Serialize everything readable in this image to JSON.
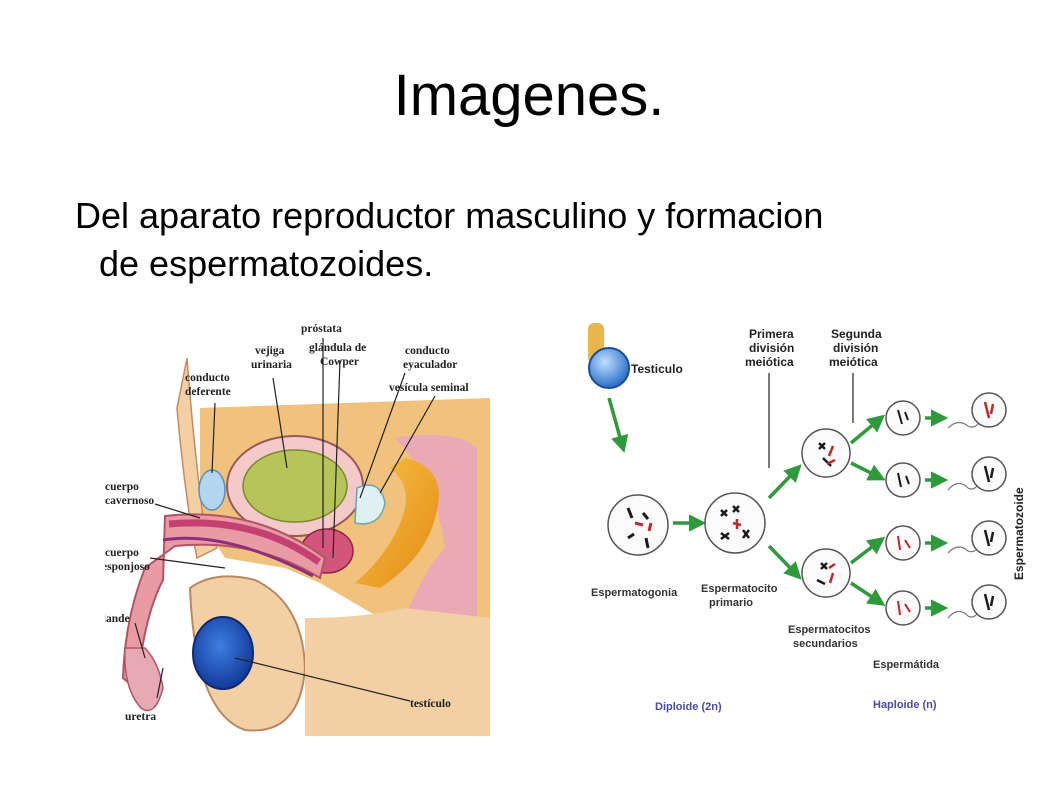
{
  "slide": {
    "title": "Imagenes.",
    "subtitle_line1": "Del aparato reproductor masculino y formacion",
    "subtitle_line2": "de espermatozoides."
  },
  "anatomy": {
    "labels": {
      "prostata": "próstata",
      "glandula_line1": "glándula de",
      "glandula_line2": "Cowper",
      "vejiga_line1": "vejiga",
      "vejiga_line2": "urinaria",
      "conducto_eyac_line1": "conducto",
      "conducto_eyac_line2": "eyaculador",
      "conducto_def_line1": "conducto",
      "conducto_def_line2": "deferente",
      "vesicula": "vesícula seminal",
      "cavernoso_line1": "cuerpo",
      "cavernoso_line2": "cavernoso",
      "esponjoso_line1": "cuerpo",
      "esponjoso_line2": "esponjoso",
      "glande": "glande",
      "uretra": "uretra",
      "testiculo": "testículo"
    }
  },
  "meiosis": {
    "labels": {
      "testiculo": "Testiculo",
      "primera_line1": "Primera",
      "primera_line2": "división",
      "primera_line3": "meiótica",
      "segunda_line1": "Segunda",
      "segunda_line2": "división",
      "segunda_line3": "meiótica",
      "espermatogonia": "Espermatogonia",
      "espermatocito_line1": "Espermatocito",
      "espermatocito_line2": "primario",
      "secundarios_line1": "Espermatocitos",
      "secundarios_line2": "secundarios",
      "espermatida": "Espermátida",
      "espermatozoide": "Espermatozoide",
      "diploide": "Diploide (2n)",
      "haploide": "Haploide (n)"
    },
    "colors": {
      "arrow": "#2e9a3c",
      "chromosome_dark": "#1a1a1a",
      "chromosome_red": "#c0262b"
    }
  }
}
